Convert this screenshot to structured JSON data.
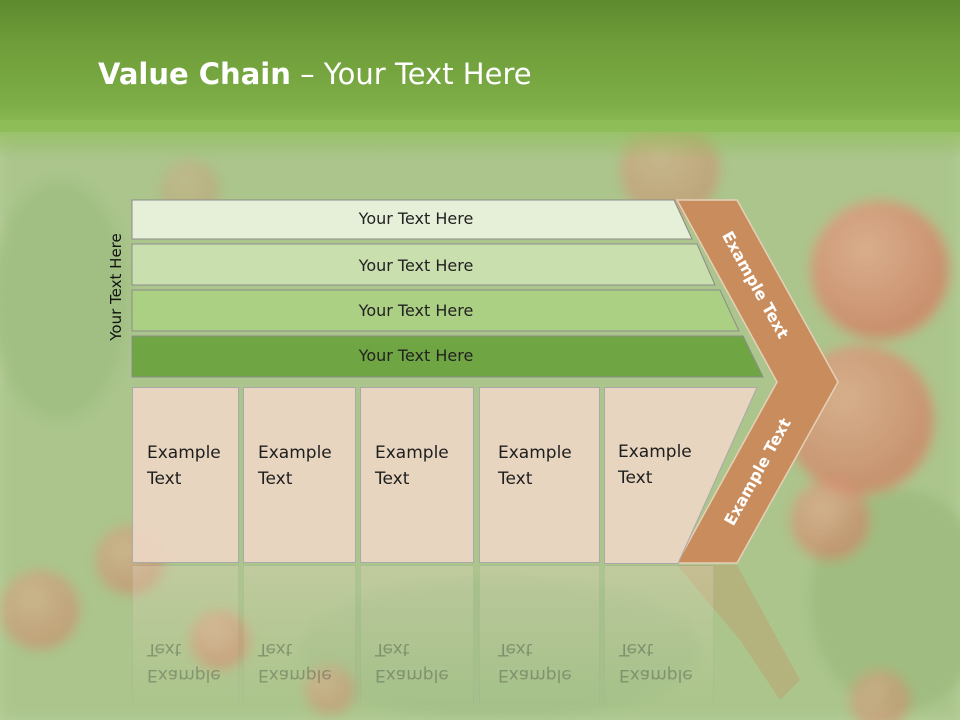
{
  "title": {
    "bold": "Value Chain",
    "rest": " – Your Text Here"
  },
  "side_label": "Your Text Here",
  "rows": [
    {
      "label": "Your Text Here"
    },
    {
      "label": "Your Text Here"
    },
    {
      "label": "Your Text Here"
    },
    {
      "label": "Your Text Here"
    }
  ],
  "boxes": [
    {
      "line1": "Example",
      "line2": "Text"
    },
    {
      "line1": "Example",
      "line2": "Text"
    },
    {
      "line1": "Example",
      "line2": "Text"
    },
    {
      "line1": "Example",
      "line2": "Text"
    },
    {
      "line1": "Example",
      "line2": "Text"
    }
  ],
  "chevron": {
    "upper": "Example Text",
    "lower": "Example Text"
  },
  "colors": {
    "header": "#6f9e3a",
    "row1": "#e6f0d9",
    "row2": "#c9dfae",
    "row3": "#acd083",
    "row4": "#6fa542",
    "chevron": "#c98c5c",
    "box": "#ecd6c3"
  }
}
